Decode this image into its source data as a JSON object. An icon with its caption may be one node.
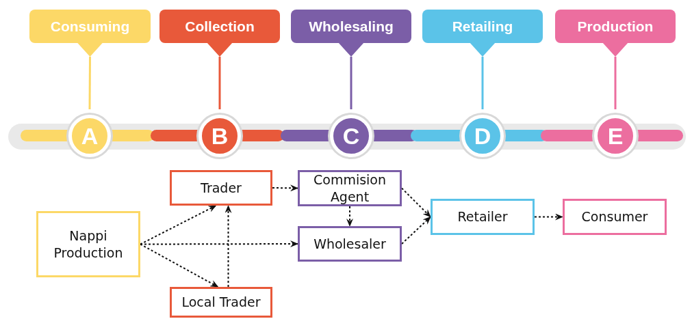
{
  "diagram": {
    "nodes": [
      {
        "text": [
          "Consuming"
        ]
      },
      {
        "text": [
          "Collection"
        ]
      },
      {
        "text": [
          "Wholesaling"
        ]
      },
      {
        "text": [
          "Retailing"
        ]
      },
      {
        "text": [
          "Production"
        ]
      },
      {
        "text": [
          "A"
        ]
      },
      {
        "text": [
          "B"
        ]
      },
      {
        "text": [
          "C"
        ]
      },
      {
        "text": [
          "D"
        ]
      },
      {
        "text": [
          "E"
        ]
      },
      {
        "text": [
          "Trader"
        ]
      },
      {
        "text": [
          "Commision Agent"
        ]
      },
      {
        "text": [
          "Nappi Production"
        ]
      },
      {
        "text": [
          "Retailer"
        ]
      },
      {
        "text": [
          "Consumer"
        ]
      },
      {
        "text": [
          "Wholesaler"
        ]
      },
      {
        "text": [
          "Local Trader"
        ]
      }
    ],
    "edges": [
      {
        "from": 0,
        "to": 5,
        "arrow": "none",
        "color": "#fcd867"
      },
      {
        "from": 1,
        "to": 6,
        "arrow": "none",
        "color": "#e8593a"
      },
      {
        "from": 2,
        "to": 7,
        "arrow": "none",
        "color": "#7b5ea7"
      },
      {
        "from": 3,
        "to": 8,
        "arrow": "none",
        "color": "#5bc3e8"
      },
      {
        "from": 4,
        "to": 9,
        "arrow": "none",
        "color": "#ec6e9f"
      },
      {
        "from": 12,
        "to": 10,
        "arrow": "to",
        "style": "dashed"
      },
      {
        "from": 12,
        "to": 15,
        "arrow": "to",
        "style": "dashed"
      },
      {
        "from": 12,
        "to": 16,
        "arrow": "to",
        "style": "dashed"
      },
      {
        "from": 16,
        "to": 10,
        "arrow": "to",
        "style": "dashed"
      },
      {
        "from": 10,
        "to": 11,
        "arrow": "to",
        "style": "dashed"
      },
      {
        "from": 11,
        "to": 15,
        "arrow": "to",
        "style": "dashed"
      },
      {
        "from": 11,
        "to": 13,
        "arrow": "to",
        "style": "dashed"
      },
      {
        "from": 15,
        "to": 13,
        "arrow": "to",
        "style": "dashed"
      },
      {
        "from": 13,
        "to": 14,
        "arrow": "to",
        "style": "dashed"
      }
    ]
  }
}
